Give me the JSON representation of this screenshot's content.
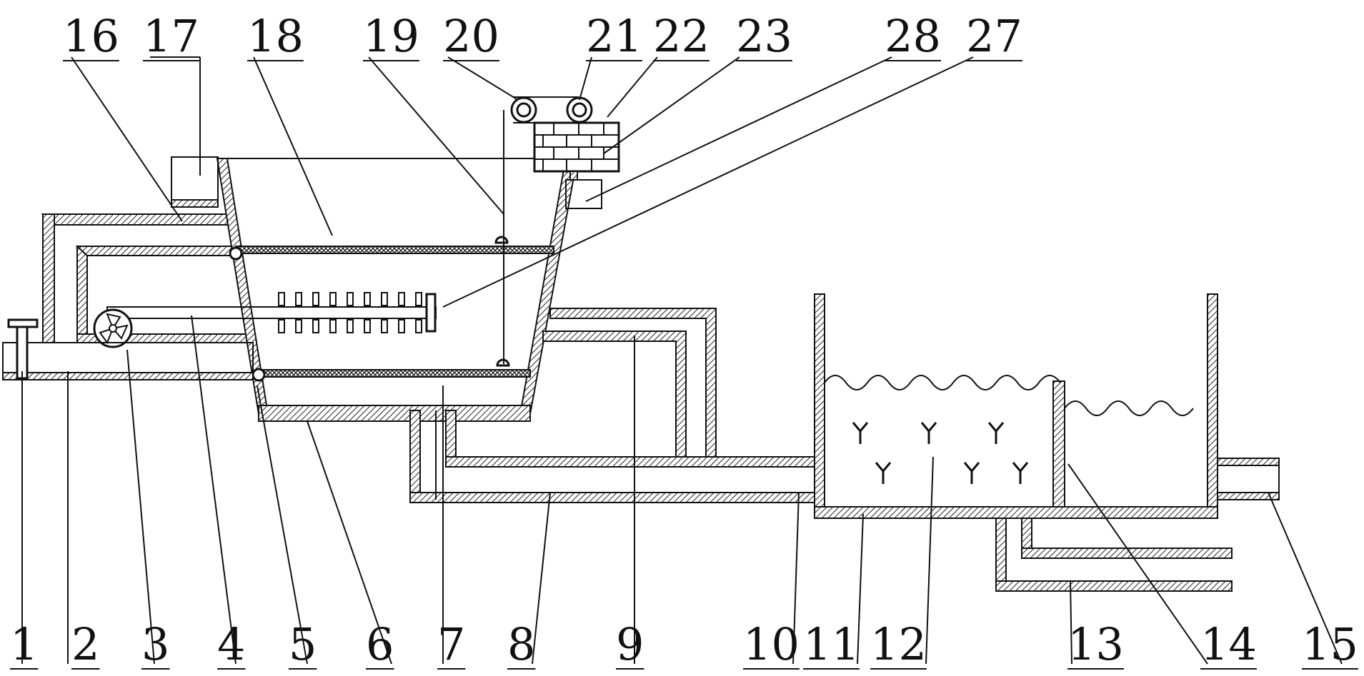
{
  "diagram": {
    "labels": {
      "l1": "1",
      "l2": "2",
      "l3": "3",
      "l4": "4",
      "l5": "5",
      "l6": "6",
      "l7": "7",
      "l8": "8",
      "l9": "9",
      "l10": "10",
      "l11": "11",
      "l12": "12",
      "l13": "13",
      "l14": "14",
      "l15": "15",
      "l16": "16",
      "l17": "17",
      "l18": "18",
      "l19": "19",
      "l20": "20",
      "l21": "21",
      "l22": "22",
      "l23": "23",
      "l28": "28",
      "l27": "27"
    }
  }
}
